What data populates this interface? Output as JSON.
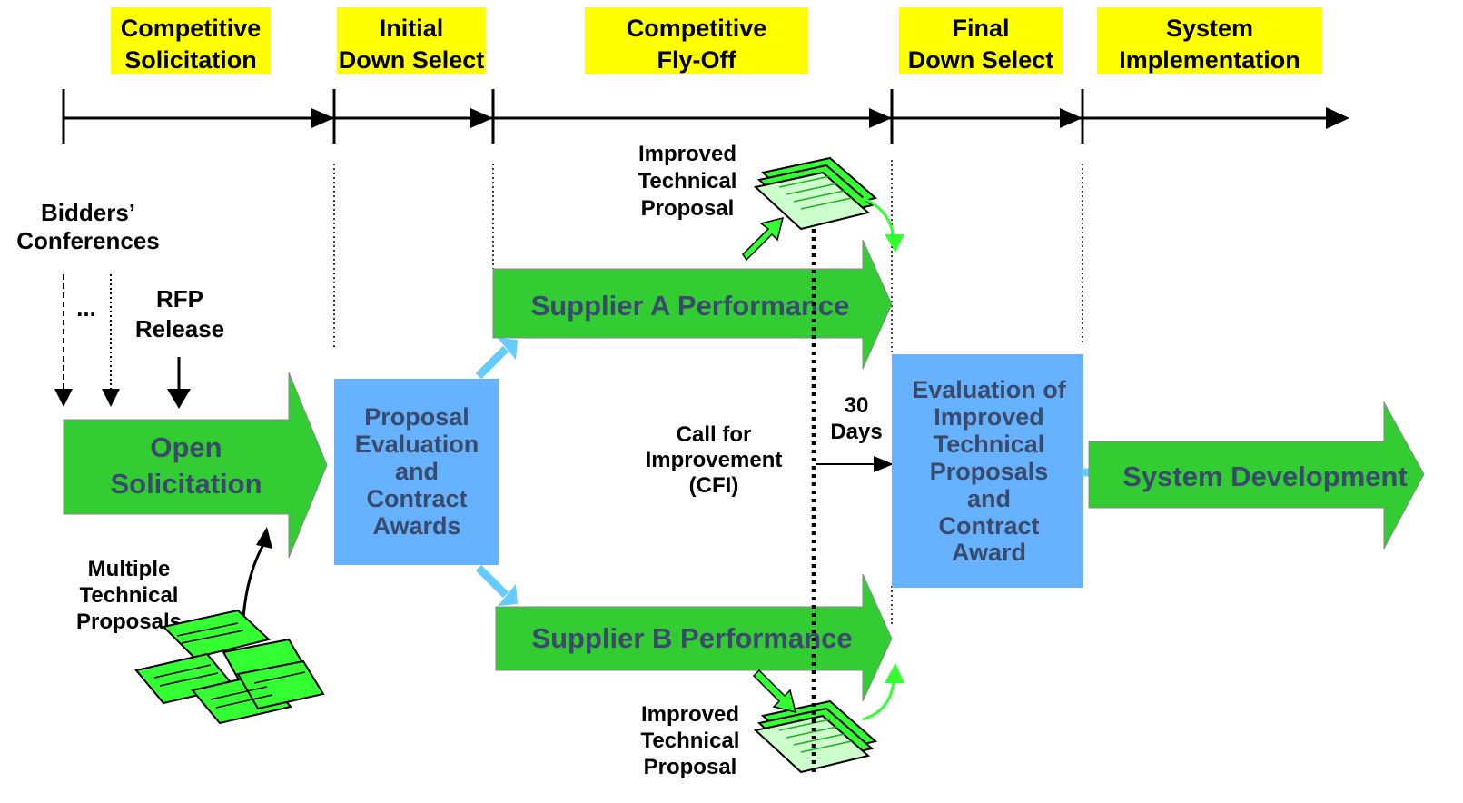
{
  "phases": [
    {
      "line1": "Competitive",
      "line2": "Solicitation"
    },
    {
      "line1": "Initial",
      "line2": "Down Select"
    },
    {
      "line1": "Competitive",
      "line2": "Fly-Off"
    },
    {
      "line1": "Final",
      "line2": "Down Select"
    },
    {
      "line1": "System",
      "line2": "Implementation"
    }
  ],
  "labels": {
    "bidders_line1": "Bidders’",
    "bidders_line2": "Conferences",
    "ellipsis": "...",
    "rfp_line1": "RFP",
    "rfp_line2": "Release",
    "multiple_line1": "Multiple",
    "multiple_line2": "Technical",
    "multiple_line3": "Proposals",
    "improved_top_line1": "Improved",
    "improved_top_line2": "Technical",
    "improved_top_line3": "Proposal",
    "improved_bottom_line1": "Improved",
    "improved_bottom_line2": "Technical",
    "improved_bottom_line3": "Proposal",
    "cfi_line1": "Call for",
    "cfi_line2": "Improvement",
    "cfi_line3": "(CFI)",
    "days_line1": "30",
    "days_line2": "Days"
  },
  "arrows": {
    "open_line1": "Open",
    "open_line2": "Solicitation",
    "supplier_a": "Supplier A Performance",
    "supplier_b": "Supplier B Performance",
    "system_dev": "System Development"
  },
  "boxes": {
    "proposal_eval": [
      "Proposal",
      "Evaluation",
      "and",
      "Contract",
      "Awards"
    ],
    "final_eval": [
      "Evaluation of",
      "Improved",
      "Technical",
      "Proposals",
      "and",
      "Contract",
      "Award"
    ]
  },
  "colors": {
    "header_fill": "#ffff00",
    "arrow_green": "#33cc33",
    "box_blue": "#66b2ff",
    "doc_green": "#33ff33",
    "connector_blue": "#66ccff",
    "arrow_text": "#3a4a6a"
  }
}
